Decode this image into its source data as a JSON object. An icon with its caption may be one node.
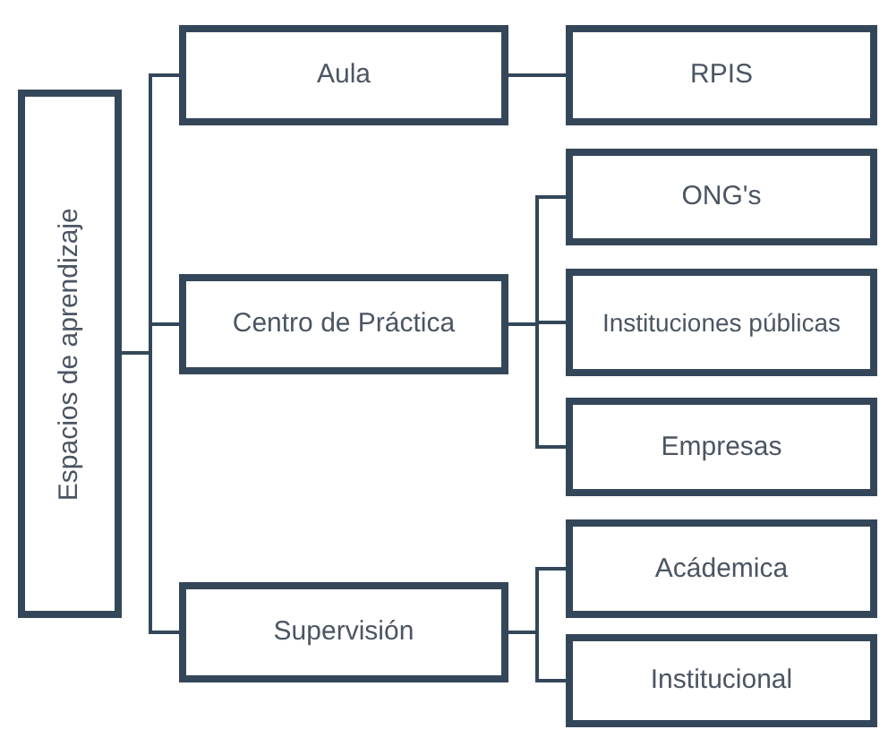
{
  "diagram": {
    "nodes": [
      {
        "text": [
          "Espacios de aprendizaje"
        ]
      },
      {
        "text": [
          "Aula"
        ]
      },
      {
        "text": [
          "RPIS"
        ]
      },
      {
        "text": [
          "Centro de Práctica"
        ]
      },
      {
        "text": [
          "ONG's"
        ]
      },
      {
        "text": [
          "Instituciones públicas"
        ]
      },
      {
        "text": [
          "Empresas"
        ]
      },
      {
        "text": [
          "Supervisión"
        ]
      },
      {
        "text": [
          "Acádemica"
        ]
      },
      {
        "text": [
          "Institucional"
        ]
      }
    ],
    "edges": [
      {
        "from": 0,
        "to": 1,
        "arrow": "none"
      },
      {
        "from": 0,
        "to": 3,
        "arrow": "none"
      },
      {
        "from": 0,
        "to": 7,
        "arrow": "none"
      },
      {
        "from": 1,
        "to": 2,
        "arrow": "none"
      },
      {
        "from": 3,
        "to": 4,
        "arrow": "none"
      },
      {
        "from": 3,
        "to": 5,
        "arrow": "none"
      },
      {
        "from": 3,
        "to": 6,
        "arrow": "none"
      },
      {
        "from": 7,
        "to": 8,
        "arrow": "none"
      },
      {
        "from": 7,
        "to": 9,
        "arrow": "none"
      }
    ]
  }
}
